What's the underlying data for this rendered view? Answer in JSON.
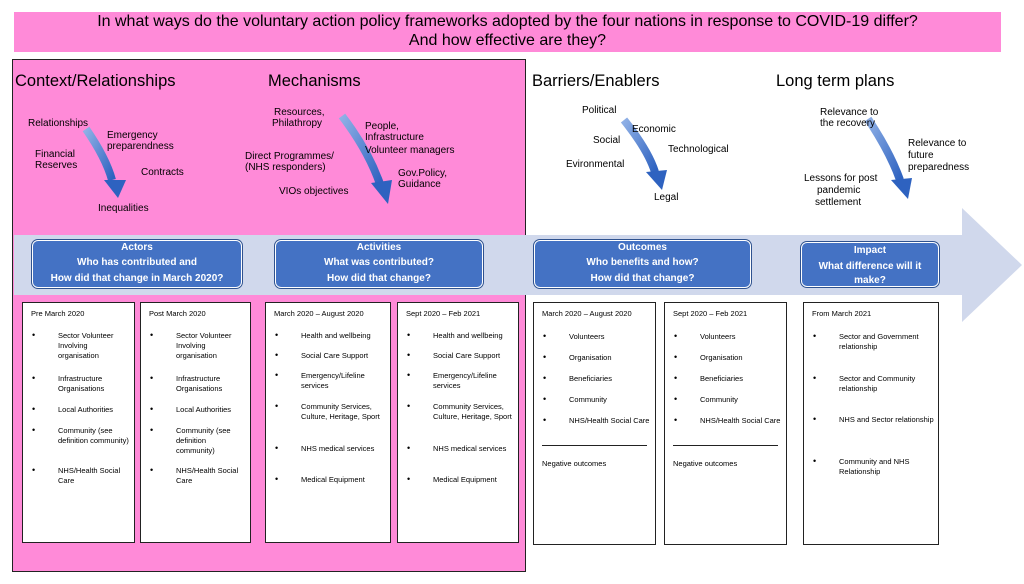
{
  "title": {
    "line1": "In what ways do the voluntary action policy frameworks adopted by the four nations in response to COVID-19 differ?",
    "line2": "And how effective are they?"
  },
  "sections": {
    "context": "Context/Relationships",
    "mechanisms": "Mechanisms",
    "barriers": "Barriers/Enablers",
    "longterm": "Long term plans"
  },
  "context_terms": {
    "relationships": "Relationships",
    "financial_1": "Financial",
    "financial_2": "Reserves",
    "emergency_1": "Emergency",
    "emergency_2": "preparendness",
    "contracts": "Contracts",
    "inequalities": "Inequalities"
  },
  "mechanism_terms": {
    "resources_1": "Resources,",
    "resources_2": "Philathropy",
    "people_1": "People,",
    "people_2": "Infrastructure",
    "people_3": "Volunteer managers",
    "direct_1": "Direct Programmes/",
    "direct_2": "(NHS responders)",
    "gov_1": "Gov.Policy,",
    "gov_2": "Guidance",
    "vios": "VIOs objectives"
  },
  "barrier_terms": {
    "political": "Political",
    "economic": "Economic",
    "social": "Social",
    "technological": "Technological",
    "environmental": "Evironmental",
    "legal": "Legal"
  },
  "longterm_terms": {
    "recovery_1": "Relevance to",
    "recovery_2": "the recovery",
    "future_1": "Relevance to",
    "future_2": "future",
    "future_3": "preparedness",
    "lessons_1": "Lessons for post",
    "lessons_2": "pandemic",
    "lessons_3": "settlement"
  },
  "stages": [
    {
      "l1": "Actors",
      "l2": "Who has contributed and",
      "l3": "How did that change in March 2020?"
    },
    {
      "l1": "Activities",
      "l2": "What was contributed?",
      "l3": "How did that change?"
    },
    {
      "l1": "Outcomes",
      "l2": "Who benefits and how?",
      "l3": "How did that change?"
    },
    {
      "l1": "Impact",
      "l2": "What difference will it",
      "l3": "make?"
    }
  ],
  "cards": [
    {
      "header": "Pre March 2020",
      "items": [
        "Sector Volunteer Involving organisation",
        "Infrastructure Organisations",
        "Local Authorities",
        "Community (see definition community)",
        "NHS/Health Social Care"
      ]
    },
    {
      "header": "Post March 2020",
      "items": [
        "Sector Volunteer Involving organisation",
        "Infrastructure Organisations",
        "Local Authorities",
        "Community (see definition community)",
        "NHS/Health Social Care"
      ]
    },
    {
      "header": "March 2020 – August 2020",
      "items": [
        "Health and wellbeing",
        "Social Care Support",
        "Emergency/Lifeline services",
        "Community Services, Culture, Heritage, Sport",
        "NHS medical services",
        "Medical Equipment"
      ]
    },
    {
      "header": "Sept 2020 – Feb 2021",
      "items": [
        "Health and wellbeing",
        "Social Care Support",
        "Emergency/Lifeline services",
        "Community Services, Culture, Heritage, Sport",
        "NHS medical services",
        "Medical Equipment"
      ]
    },
    {
      "header": "March 2020 – August 2020",
      "items": [
        "Volunteers",
        "Organisation",
        "Beneficiaries",
        "Community",
        "NHS/Health Social Care"
      ],
      "negative": "Negative outcomes"
    },
    {
      "header": "Sept 2020 – Feb 2021",
      "items": [
        "Volunteers",
        "Organisation",
        "Beneficiaries",
        "Community",
        "NHS/Health Social Care"
      ],
      "negative": "Negative outcomes"
    },
    {
      "header": "From March 2021",
      "items": [
        "Sector and Government relationship",
        "Sector and Community relationship",
        "NHS and Sector relationship",
        "Community and NHS Relationship"
      ]
    }
  ],
  "colors": {
    "pink": "#ff8ad8",
    "blue": "#4472c4",
    "arrow": "#d0d8ec"
  }
}
